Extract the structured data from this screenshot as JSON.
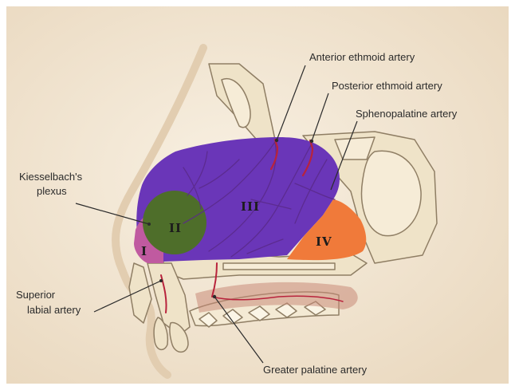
{
  "labels": {
    "anterior_ethmoid": "Anterior ethmoid artery",
    "posterior_ethmoid": "Posterior ethmoid artery",
    "sphenopalatine": "Sphenopalatine artery",
    "kiesselbach_line1": "Kiesselbach's",
    "kiesselbach_line2": "plexus",
    "superior_labial_line1": "Superior",
    "superior_labial_line2": "labial artery",
    "greater_palatine": "Greater palatine artery"
  },
  "zones": {
    "zone_1": "I",
    "zone_2": "II",
    "zone_3": "III",
    "zone_4": "IV"
  },
  "colors": {
    "zone_1": "#c05aa0",
    "zone_2": "#4e6e2a",
    "zone_3": "#6a36b8",
    "zone_4": "#f07a3a",
    "artery": "#b8233c",
    "bone": "#efe3c8",
    "bone_outline": "#8f7e64",
    "paper": "#f3ead9"
  }
}
